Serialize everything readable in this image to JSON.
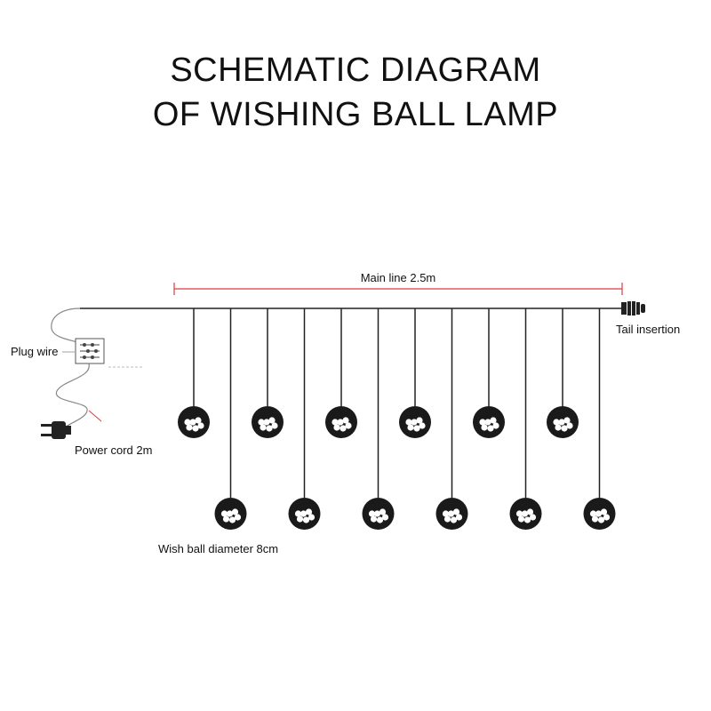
{
  "title": {
    "line1": "SCHEMATIC DIAGRAM",
    "line2": "OF WISHING BALL LAMP"
  },
  "labels": {
    "main_line": "Main line 2.5m",
    "tail_insertion": "Tail insertion",
    "plug_wire": "Plug wire",
    "power_cord": "Power cord 2m",
    "wish_ball": "Wish ball diameter 8cm"
  },
  "diagram": {
    "drop_count": 12,
    "drop_pattern": [
      "short",
      "long",
      "short",
      "long",
      "short",
      "long",
      "short",
      "long",
      "short",
      "long",
      "short",
      "long"
    ]
  },
  "colors": {
    "wire": "#222222",
    "dimension_line": "#e03a3a",
    "ball": "#1a1a1a",
    "bulb": "#ffffff"
  }
}
